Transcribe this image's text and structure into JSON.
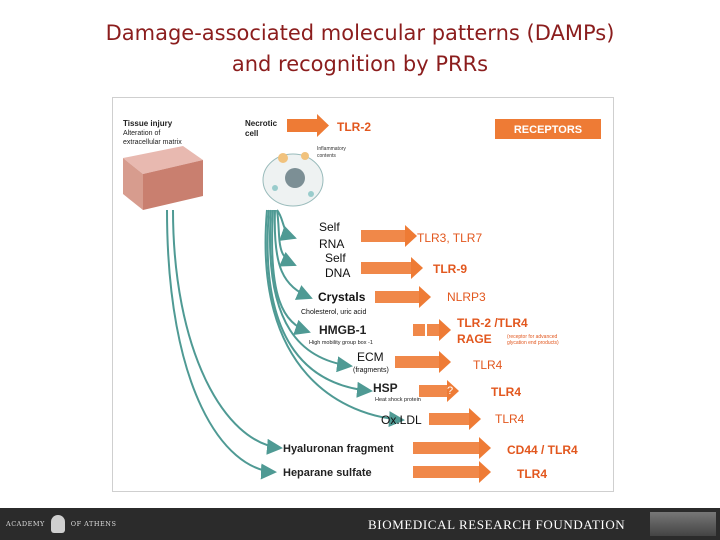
{
  "title": {
    "line1": "Damage-associated molecular patterns (DAMPs)",
    "line2": "and recognition by PRRs"
  },
  "figure": {
    "tissue_title": "Tissue injury",
    "tissue_sub1": "Alteration of",
    "tissue_sub2": "extracellular matrix",
    "necrotic1": "Necrotic",
    "necrotic2": "cell",
    "tlr2_top": "TLR-2",
    "receptors": "RECEPTORS",
    "inflam1": "Inflammatory",
    "inflam2": "contents",
    "self_rna_1": "Self",
    "self_rna_2": "RNA",
    "self_dna_1": "Self",
    "self_dna_2": "DNA",
    "crystals": "Crystals",
    "crystals_sub": "Cholesterol, uric acid",
    "hmgb1": "HMGB-1",
    "hmgb1_sub": "High mobility group box -1",
    "ecm": "ECM",
    "ecm_sub": "(fragments)",
    "hsp": "HSP",
    "hsp_sub": "Heat shock protein",
    "oxldl": "Ox.LDL",
    "hyaluronan": "Hyaluronan fragment",
    "heparane": "Heparane sulfate",
    "r_tlr37": "TLR3, TLR7",
    "r_tlr9": "TLR-9",
    "r_nlrp3": "NLRP3",
    "r_tlr2_4": "TLR-2 /TLR4",
    "r_rage": "RAGE",
    "r_rage_sub1": "(receptor for advanced",
    "r_rage_sub2": "glycation end products)",
    "r_tlr4_ecm": "TLR4",
    "r_q": "?",
    "r_tlr4_hsp": "TLR4",
    "r_tlr4_ox": "TLR4",
    "r_cd44": "CD44 / TLR4",
    "r_tlr4_hep": "TLR4"
  },
  "footer": {
    "academy_left": "ACADEMY",
    "academy_right": "OF ATHENS",
    "foundation": "BIOMEDICAL RESEARCH FOUNDATION"
  },
  "colors": {
    "title": "#8b1d1d",
    "arrow": "#ee7b35",
    "receptor_text": "#e2571e",
    "line": "#4f9a94",
    "receptors_box": "#ee7b35"
  }
}
